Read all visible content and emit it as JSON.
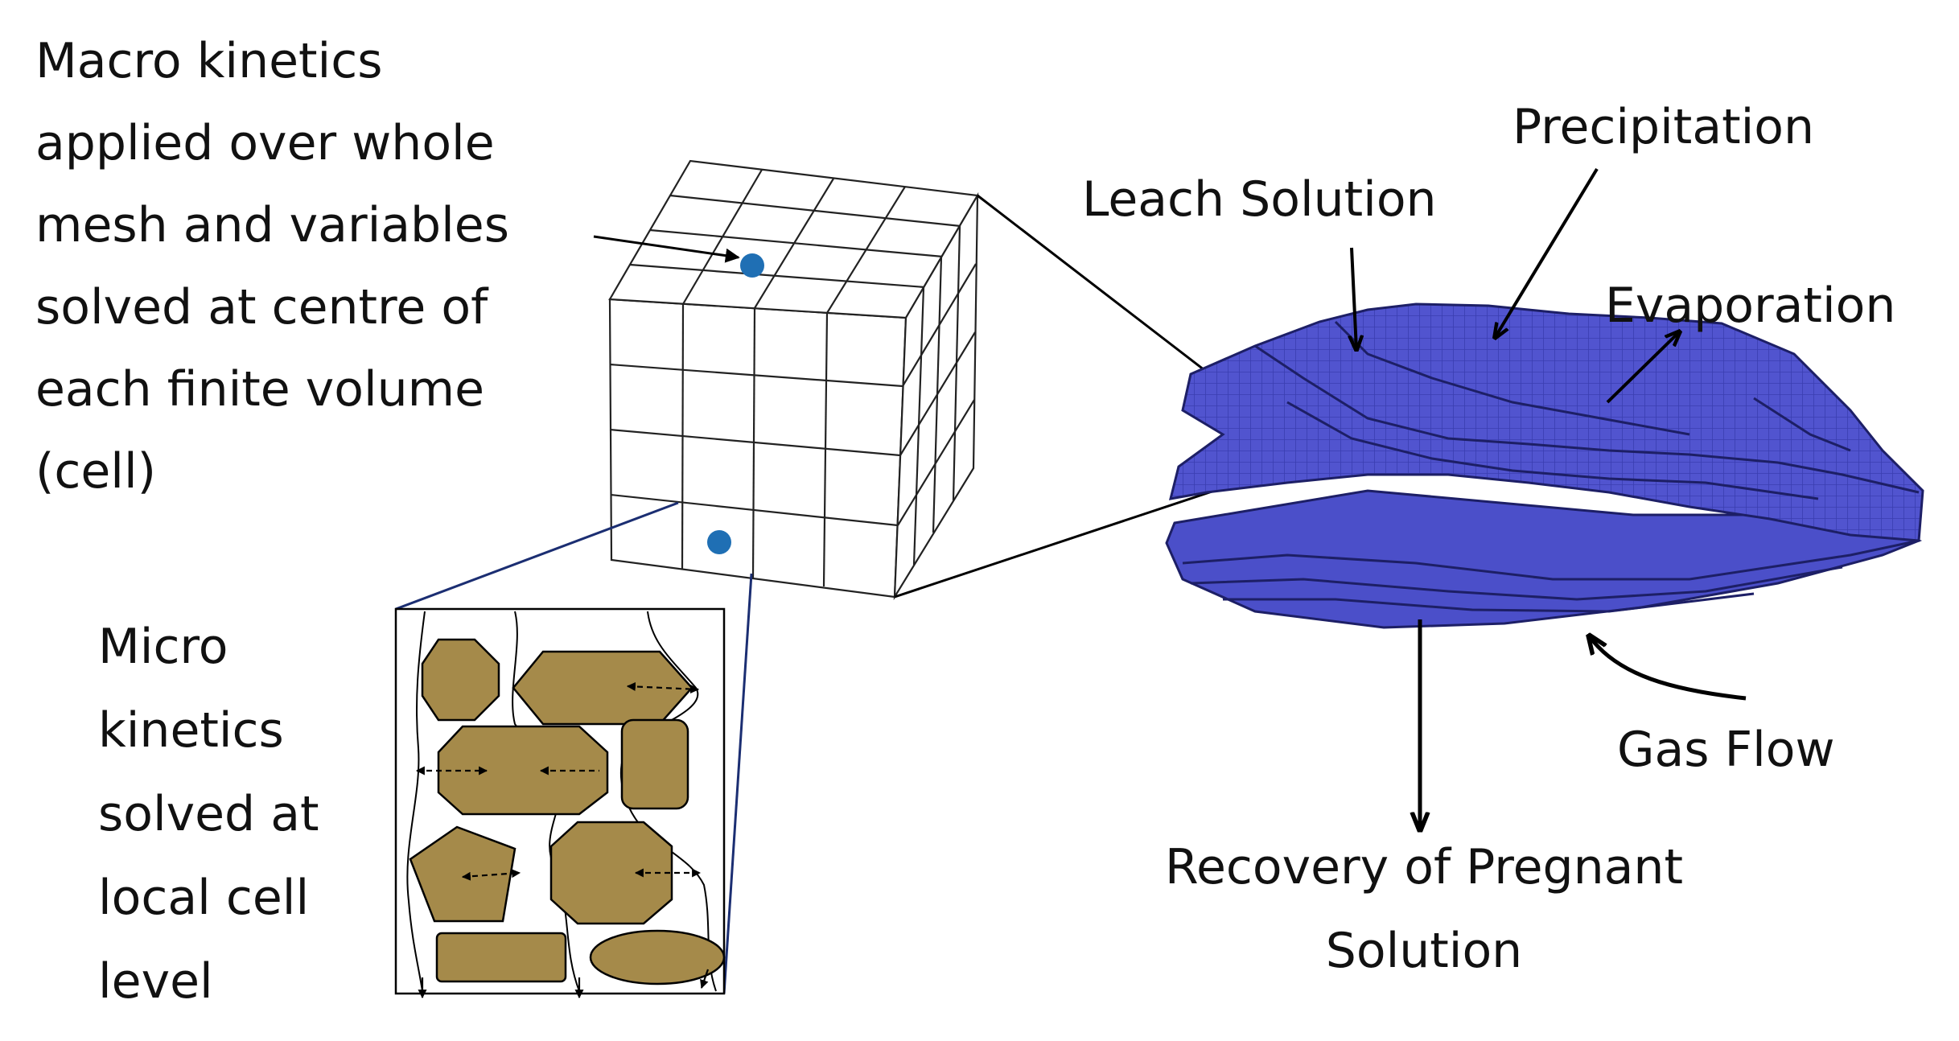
{
  "labels": {
    "macro_lines": [
      "Macro kinetics",
      "applied over whole",
      "mesh and variables",
      "solved at centre of",
      "each finite volume",
      "(cell)"
    ],
    "micro_lines": [
      "Micro",
      "kinetics",
      "solved at",
      "local cell",
      "level"
    ],
    "precipitation": "Precipitation",
    "leach_solution": "Leach Solution",
    "evaporation": "Evaporation",
    "gas_flow": "Gas Flow",
    "recovery_lines": [
      "Recovery of Pregnant",
      "Solution"
    ]
  },
  "colors": {
    "heap": "#4b4fc9",
    "heap_edge": "#1d1f66",
    "particle": "#a58a4a",
    "cell_dot": "#1f6fb4",
    "zoom_line": "#1b2e72"
  }
}
